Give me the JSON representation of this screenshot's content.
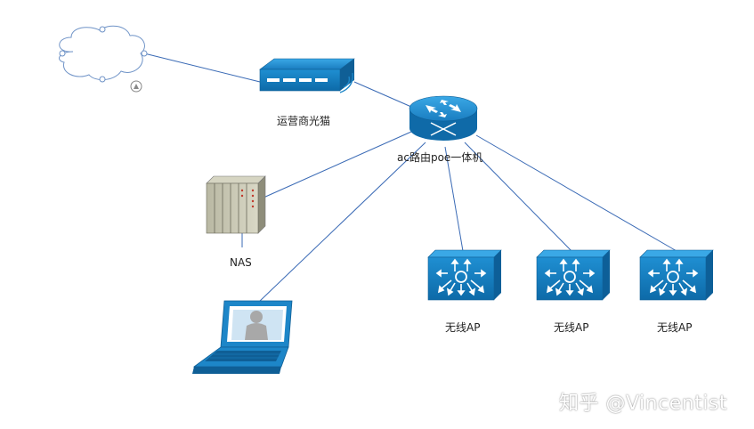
{
  "nodes": {
    "internet_cloud": {
      "label": ""
    },
    "modem": {
      "label": "运营商光猫"
    },
    "router": {
      "label": "ac路由poe一体机"
    },
    "nas": {
      "label": "NAS"
    },
    "laptop": {
      "label": ""
    },
    "ap1": {
      "label": "无线AP"
    },
    "ap2": {
      "label": "无线AP"
    },
    "ap3": {
      "label": "无线AP"
    }
  },
  "watermark": "知乎 @Vincentist",
  "colors": {
    "link": "#3a6ab5",
    "device_blue": "#1d86c8",
    "device_dark": "#0f5f96",
    "cloud_outline": "#6f93c7",
    "nas_body": "#c9c8b4"
  }
}
